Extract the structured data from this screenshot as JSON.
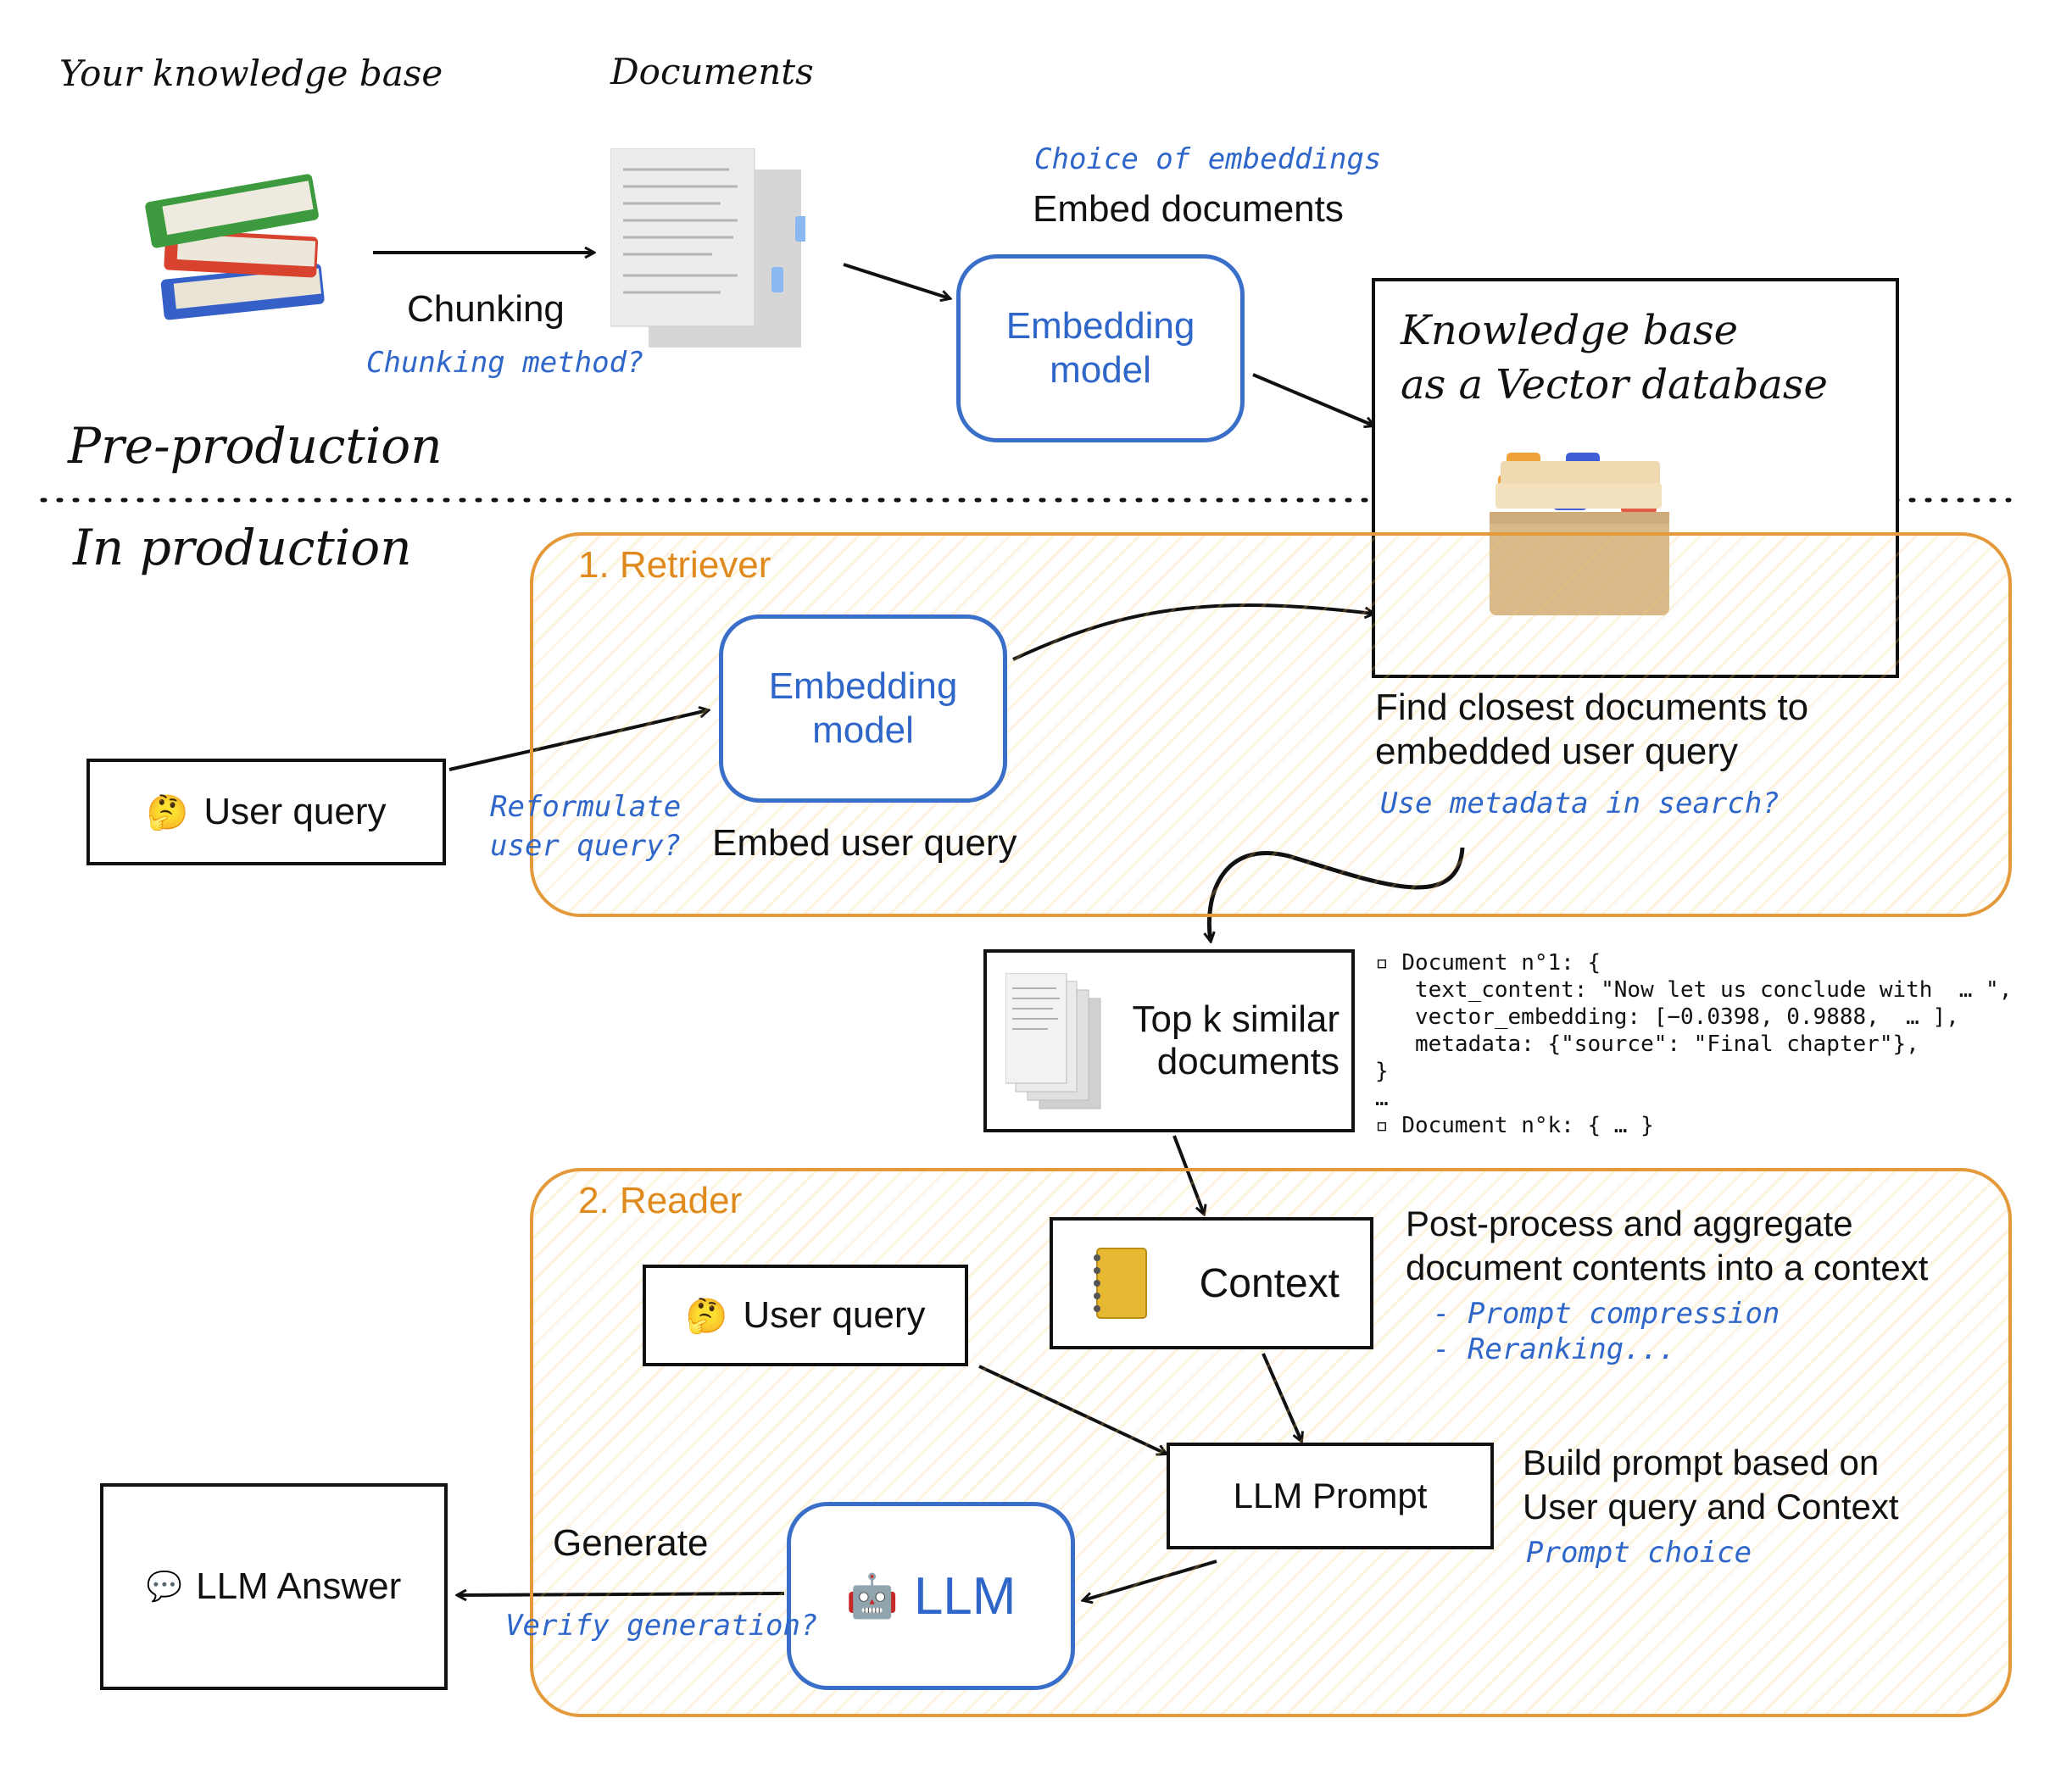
{
  "top": {
    "knowledge_base_label": "Your knowledge base",
    "documents_label": "Documents",
    "chunking_label": "Chunking",
    "chunking_note": "Chunking method?",
    "embeddings_note": "Choice of embeddings",
    "embed_documents_label": "Embed documents",
    "embedding_model_label": "Embedding model",
    "vector_db_title_line1": "Knowledge base",
    "vector_db_title_line2": "as a Vector database"
  },
  "sections": {
    "pre_production": "Pre-production",
    "in_production": "In production"
  },
  "retriever": {
    "title": "1. Retriever",
    "user_query": "User query",
    "reformulate_note_line1": "Reformulate",
    "reformulate_note_line2": "user query?",
    "embedding_model_label": "Embedding model",
    "embed_user_query_label": "Embed user query",
    "find_closest_line1": "Find closest documents to",
    "find_closest_line2": "embedded user query",
    "metadata_note": "Use metadata in search?"
  },
  "top_k": {
    "label_line1": "Top k similar",
    "label_line2": "documents",
    "code_lines": [
      "Document n°1: {",
      "   text_content: \"Now let us conclude with  … \",",
      "   vector_embedding: [−0.0398, 0.9888,  … ],",
      "   metadata: {\"source\": \"Final chapter\"},",
      "}",
      "…",
      "Document n°k: { … }"
    ]
  },
  "reader": {
    "title": "2. Reader",
    "user_query": "User query",
    "context_label": "Context",
    "postprocess_line1": "Post-process and aggregate",
    "postprocess_line2": "document contents into a context",
    "compression_note": "- Prompt compression",
    "reranking_note": "- Reranking...",
    "llm_prompt_label": "LLM Prompt",
    "build_prompt_line1": "Build prompt based on",
    "build_prompt_line2": "User query and Context",
    "prompt_choice_note": "Prompt choice",
    "llm_label": "LLM",
    "generate_label": "Generate",
    "verify_note": "Verify generation?",
    "llm_answer_label": "LLM Answer"
  },
  "colors": {
    "accent_blue": "#2f66c9",
    "zone_orange": "#e49a3a",
    "zone_title_orange": "#e08a1e"
  }
}
